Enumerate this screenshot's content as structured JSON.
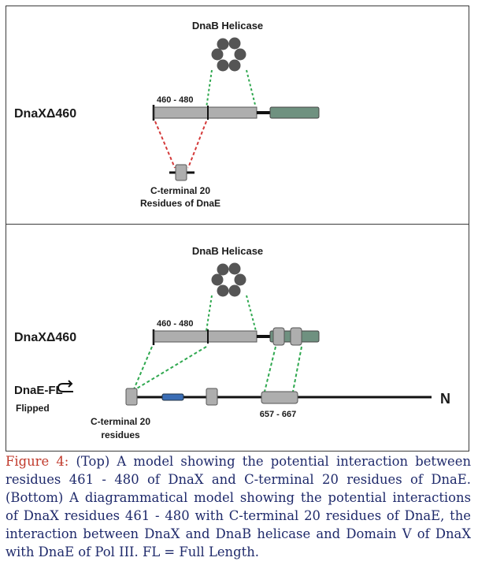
{
  "top_panel": {
    "helicase_label": "DnaB Helicase",
    "construct_label": "DnaXΔ460",
    "region_label": "460  - 480",
    "cterm_label_line1": "C-terminal 20",
    "cterm_label_line2": "Residues of DnaE"
  },
  "bottom_panel": {
    "helicase_label": "DnaB Helicase",
    "construct_label": "DnaXΔ460",
    "region_label": "460  - 480",
    "dnae_label": "DnaE-FL",
    "flipped_label": "Flipped",
    "n_terminus_label": "N",
    "cterm_label_line1": "C-terminal 20",
    "cterm_label_line2": "residues",
    "domain_label": "657  - 667"
  },
  "caption": {
    "figure_label": "Figure 4:",
    "text": " (Top) A model showing the potential interaction between residues 461 - 480 of DnaX and C-terminal 20 residues of DnaE. (Bottom) A diagrammatical model showing the potential interactions of DnaX residues 461 - 480 with C-terminal 20 residues of DnaE, the interaction between DnaX and DnaB helicase and Domain V of DnaX with DnaE of Pol III. FL = Full Length."
  },
  "colors": {
    "grey_domain": "#aeaeae",
    "green_domain": "#6f9180",
    "blue_domain": "#3a6db5",
    "helicase": "#555555",
    "green_dash": "#2fa84f",
    "red_dash": "#d43a3a",
    "caption_text": "#1f2a6b",
    "caption_label": "#c0392b"
  }
}
